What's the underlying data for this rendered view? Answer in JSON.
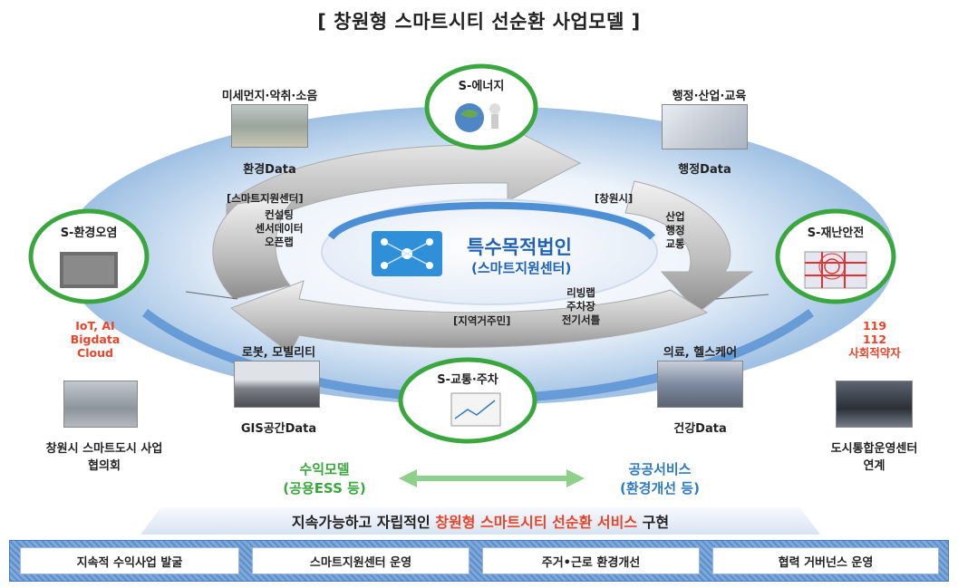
{
  "title": "[ 창원형 스마트시티 선순환 사업모델 ]",
  "center": {
    "title": "특수목적법인",
    "subtitle": "(스마트지원센터)"
  },
  "nodes": {
    "energy": "S-에너지",
    "environment": "S-환경오염",
    "disaster": "S-재난안전",
    "traffic": "S-교통·주차"
  },
  "data_items": {
    "env_top": "미세먼지·악취·소음",
    "env_data": "환경Data",
    "admin_top": "행정·산업·교육",
    "admin_data": "행정Data",
    "robot_top": "로봇, 모빌리티",
    "gis_data": "GIS공간Data",
    "medical_top": "의료, 헬스케어",
    "health_data": "건강Data"
  },
  "arrows": {
    "support_center": "[스마트지원센터]",
    "support_lines": [
      "컨설팅",
      "센서데이터",
      "오픈랩"
    ],
    "city": "[창원시]",
    "city_lines": [
      "산업",
      "행정",
      "교통"
    ],
    "residents": "[지역거주민]",
    "residents_lines": [
      "리빙랩",
      "주차장",
      "전기서틀"
    ]
  },
  "left_side": {
    "tech_lines": [
      "IoT, AI",
      "Bigdata",
      "Cloud"
    ],
    "council_lines": [
      "창원시 스마트도시 사업",
      "협의회"
    ]
  },
  "right_side": {
    "emergency_lines": [
      "119",
      "112",
      "사회적약자"
    ],
    "ops_lines": [
      "도시통합운영센터",
      "연계"
    ]
  },
  "models": {
    "profit_lines": [
      "수익모델",
      "(공용ESS 등)"
    ],
    "public_lines": [
      "공공서비스",
      "(환경개선 등)"
    ]
  },
  "banner": {
    "prefix": "지속가능하고 자립적인 ",
    "highlight": "창원형 스마트시티 선순환 서비스",
    "suffix": " 구현"
  },
  "boxes": [
    "지속적 수익사업 발굴",
    "스마트지원센터 운영",
    "주거•근로 환경개선",
    "협력 거버넌스 운영"
  ],
  "colors": {
    "ring_green": "#3aa63e",
    "accent_red": "#e8442a",
    "accent_blue": "#2e7bbf",
    "center_blue": "#1f63b2"
  }
}
